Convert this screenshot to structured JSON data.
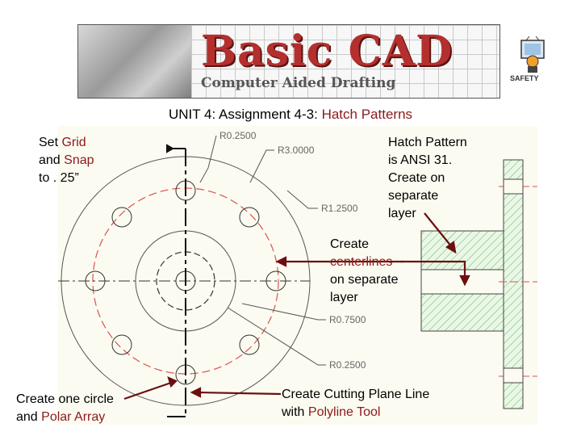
{
  "banner": {
    "title": "Basic CAD",
    "subtitle": "Computer Aided Drafting"
  },
  "mascot_label": "SAFETY",
  "heading": {
    "prefix": "UNIT 4: Assignment 4-3: ",
    "highlight": "Hatch Patterns"
  },
  "notes": {
    "grid": {
      "line1_a": "Set ",
      "line1_b": "Grid",
      "line2_a": "and ",
      "line2_b": "Snap",
      "line3": "to . 25”"
    },
    "hatch": {
      "lines": [
        "Hatch Pattern",
        "is ANSI 31.",
        "Create on",
        "separate",
        "layer"
      ]
    },
    "centerlines": {
      "line1": "Create",
      "line2": "centerlines",
      "line3": "on separate",
      "line4": "layer"
    },
    "circle": {
      "line1": "Create one circle",
      "line2_a": "and ",
      "line2_b": "Polar Array"
    },
    "cutting": {
      "line1": "Create Cutting Plane Line",
      "line2_a": "with ",
      "line2_b": "Polyline Tool"
    }
  },
  "dimensions": {
    "r0250_top": "R0.2500",
    "r3000": "R3.0000",
    "r1250": "R1.2500",
    "r0750": "R0.7500",
    "r0250_bottom": "R0.2500"
  },
  "colors": {
    "accent": "#8b1a1a",
    "hatch": "#5cb85c",
    "dashed": "#d9534f"
  }
}
